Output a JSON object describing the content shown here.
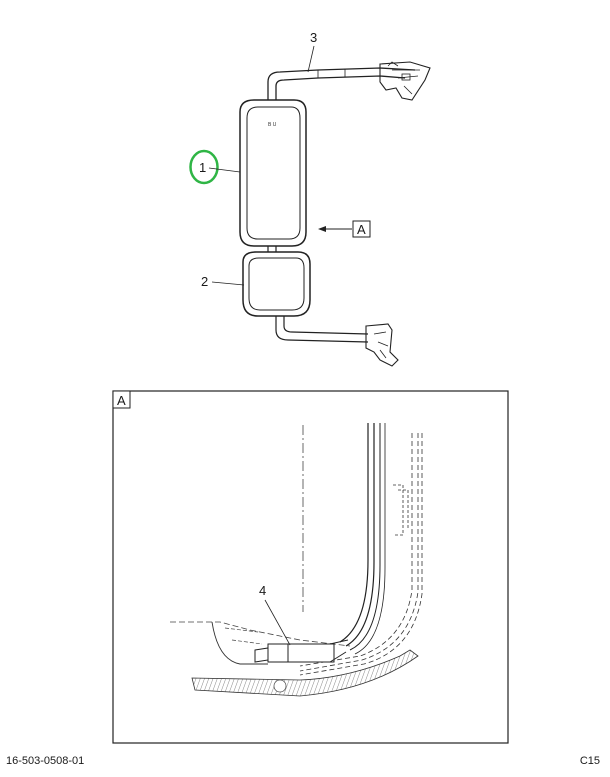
{
  "diagram": {
    "callouts": {
      "mirror_main": "1",
      "mirror_convex": "2",
      "mirror_arm": "3",
      "clip_part": "4"
    },
    "view_label": "A",
    "detail_label": "A",
    "mirror_text": "B U",
    "highlight_color": "#2fb545"
  },
  "footer": {
    "doc_number": "16-503-0508-01",
    "page_code": "C15"
  }
}
